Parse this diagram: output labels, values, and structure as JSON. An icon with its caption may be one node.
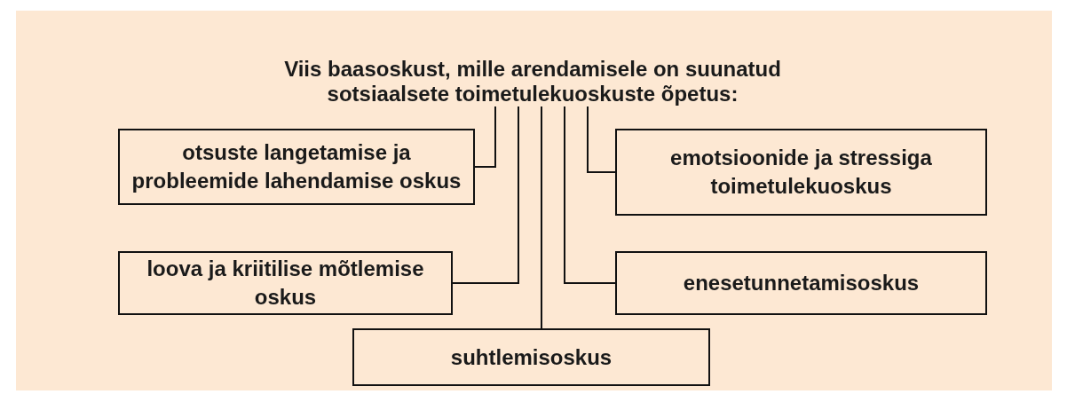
{
  "diagram": {
    "nodes": [
      {
        "text": [
          "Viis baasoskust, mille arendamisele on suunatud sotsiaalsete toimetulekuoskuste õpetus:"
        ]
      },
      {
        "text": [
          "otsuste langetamise ja probleemide lahendamise oskus"
        ]
      },
      {
        "text": [
          "emotsioonide ja stressiga toimetulekuoskus"
        ]
      },
      {
        "text": [
          "loova ja kriitilise mõtlemise oskus"
        ]
      },
      {
        "text": [
          "enesetunnetamisoskus"
        ]
      },
      {
        "text": [
          "suhtlemisoskus"
        ]
      }
    ],
    "edges": [
      {
        "from": 0,
        "to": 1,
        "arrow": "none"
      },
      {
        "from": 0,
        "to": 3,
        "arrow": "none"
      },
      {
        "from": 0,
        "to": 5,
        "arrow": "none"
      },
      {
        "from": 0,
        "to": 4,
        "arrow": "none"
      },
      {
        "from": 0,
        "to": 2,
        "arrow": "none"
      }
    ]
  }
}
